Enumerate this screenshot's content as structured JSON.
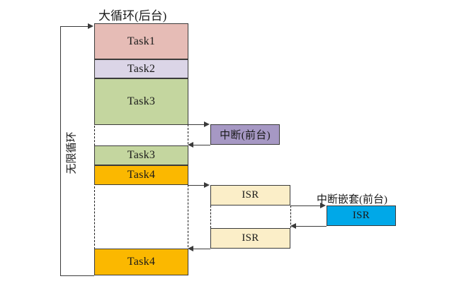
{
  "diagram": {
    "title_main_loop": "大循环(后台)",
    "title_interrupt": "中断(前台)",
    "title_nested_interrupt": "中断嵌套(前台)",
    "loop_label": "无限循环",
    "bottom_caption": "",
    "tasks": [
      {
        "label": "Task1",
        "color": "#e6bcb6"
      },
      {
        "label": "Task2",
        "color": "#dbd5e7"
      },
      {
        "label": "Task3",
        "color": "#c4d69f"
      },
      {
        "label": "Task3",
        "color": "#c4d69f"
      },
      {
        "label": "Task4",
        "color": "#fbb800"
      },
      {
        "label": "Task4",
        "color": "#fbb800"
      }
    ],
    "isr_blocks": [
      {
        "label": "ISR",
        "color": "#fbeec8"
      },
      {
        "label": "ISR",
        "color": "#fbeec8"
      }
    ],
    "nested_isr": {
      "label": "ISR",
      "color": "#00a8e8"
    },
    "interrupt_box": {
      "label": "中断(前台)",
      "color": "#a698c4"
    },
    "colors": {
      "stroke": "#3a3a3a",
      "background": "#ffffff",
      "task_pink": "#e6bcb6",
      "task_lavender": "#dbd5e7",
      "task_green": "#c4d69f",
      "task_orange": "#fbb800",
      "isr_cream": "#fbeec8",
      "isr_blue": "#00a8e8",
      "interrupt_purple": "#a698c4"
    }
  }
}
